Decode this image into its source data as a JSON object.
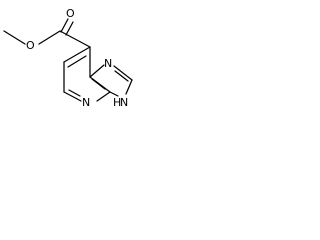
{
  "molecule": {
    "atoms": {
      "methyl_o": "O",
      "carbonyl_o": "O",
      "n_imidazole": "N",
      "n_pyridine": "N",
      "nh": "N",
      "nh_h": "H"
    }
  },
  "colors": {
    "bond": "#000000",
    "background": "#ffffff"
  }
}
